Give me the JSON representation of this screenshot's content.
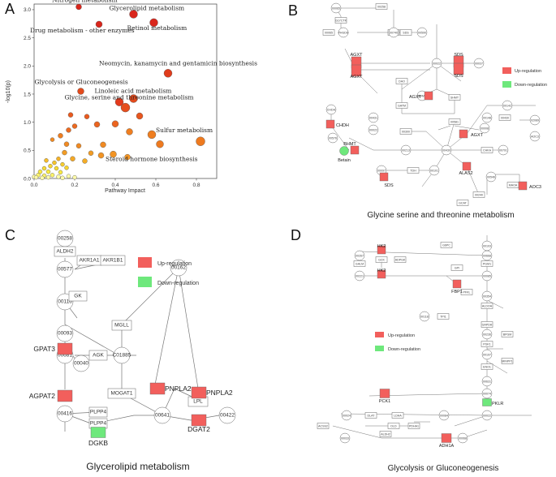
{
  "figure": {
    "panel_labels": [
      "A",
      "B",
      "C",
      "D"
    ],
    "colors": {
      "up": "#f25f5c",
      "down": "#6ee87c",
      "node_border": "#666666"
    }
  },
  "chart_data": {
    "type": "scatter",
    "xlabel": "Pathway Impact",
    "ylabel": "-log10(p)",
    "xlim": [
      0,
      0.9
    ],
    "ylim": [
      0,
      3.1
    ],
    "xticks": [
      "0.0",
      "0.2",
      "0.4",
      "0.6",
      "0.8"
    ],
    "yticks": [
      "0.0",
      "0.5",
      "1.0",
      "1.5",
      "2.0",
      "2.5",
      "3.0"
    ],
    "labeled_points": [
      {
        "label": "Nitrogen metabolism",
        "x": 0.22,
        "y": 3.05,
        "size": 3.5,
        "color": "#d9261c"
      },
      {
        "label": "Glycerolipid metabolism",
        "x": 0.49,
        "y": 2.92,
        "size": 5,
        "color": "#d9261c"
      },
      {
        "label": "Drug metabolism - other enzymes",
        "x": 0.32,
        "y": 2.74,
        "size": 4,
        "color": "#d9261c"
      },
      {
        "label": "Retinol metabolism",
        "x": 0.59,
        "y": 2.77,
        "size": 5,
        "color": "#d9261c"
      },
      {
        "label": "Neomycin, kanamycin and gentamicin biosynthesis",
        "x": 0.66,
        "y": 1.87,
        "size": 5,
        "color": "#e03c1c"
      },
      {
        "label": "Glycolysis or Gluconeogenesis",
        "x": 0.23,
        "y": 1.55,
        "size": 4,
        "color": "#e24a1c"
      },
      {
        "label": "Linoleic acid metabolism",
        "x": 0.49,
        "y": 1.42,
        "size": 5,
        "color": "#e24a1c"
      },
      {
        "label": "Glycine, serine and threonine metabolism",
        "x": 0.45,
        "y": 1.26,
        "size": 5.5,
        "color": "#e64e1e"
      },
      {
        "label": "Sulfur metabolism",
        "x": 0.82,
        "y": 0.66,
        "size": 5.5,
        "color": "#ee7a1f"
      },
      {
        "label": "Steroid hormone biosynthesis",
        "x": 0.62,
        "y": 0.61,
        "size": 4.5,
        "color": "#ee7a1f"
      }
    ],
    "other_points": [
      {
        "x": 0.42,
        "y": 1.36,
        "size": 5,
        "color": "#e43a1c"
      },
      {
        "x": 0.52,
        "y": 1.11,
        "size": 4,
        "color": "#e8561e"
      },
      {
        "x": 0.4,
        "y": 0.97,
        "size": 4,
        "color": "#eb641f"
      },
      {
        "x": 0.31,
        "y": 0.96,
        "size": 3.5,
        "color": "#eb641f"
      },
      {
        "x": 0.26,
        "y": 1.1,
        "size": 3,
        "color": "#e95a1e"
      },
      {
        "x": 0.18,
        "y": 1.13,
        "size": 3,
        "color": "#e95a1e"
      },
      {
        "x": 0.2,
        "y": 0.93,
        "size": 3,
        "color": "#ec6a20"
      },
      {
        "x": 0.17,
        "y": 0.86,
        "size": 3,
        "color": "#ec6a20"
      },
      {
        "x": 0.58,
        "y": 0.78,
        "size": 5,
        "color": "#ef7e20"
      },
      {
        "x": 0.47,
        "y": 0.83,
        "size": 4,
        "color": "#ef7e20"
      },
      {
        "x": 0.13,
        "y": 0.76,
        "size": 3,
        "color": "#ef7e20"
      },
      {
        "x": 0.09,
        "y": 0.69,
        "size": 2.5,
        "color": "#f08a22"
      },
      {
        "x": 0.16,
        "y": 0.61,
        "size": 3,
        "color": "#f08a22"
      },
      {
        "x": 0.22,
        "y": 0.58,
        "size": 3,
        "color": "#f08a22"
      },
      {
        "x": 0.34,
        "y": 0.6,
        "size": 3.5,
        "color": "#f08a22"
      },
      {
        "x": 0.39,
        "y": 0.43,
        "size": 4,
        "color": "#f29424"
      },
      {
        "x": 0.33,
        "y": 0.41,
        "size": 3.5,
        "color": "#f29424"
      },
      {
        "x": 0.46,
        "y": 0.38,
        "size": 3.5,
        "color": "#f29424"
      },
      {
        "x": 0.15,
        "y": 0.46,
        "size": 3,
        "color": "#f29c24"
      },
      {
        "x": 0.28,
        "y": 0.45,
        "size": 3,
        "color": "#f29c24"
      },
      {
        "x": 0.19,
        "y": 0.35,
        "size": 3,
        "color": "#f4a826"
      },
      {
        "x": 0.12,
        "y": 0.35,
        "size": 2.5,
        "color": "#f4b228"
      },
      {
        "x": 0.06,
        "y": 0.32,
        "size": 2.5,
        "color": "#f6bc2a"
      },
      {
        "x": 0.1,
        "y": 0.28,
        "size": 2.5,
        "color": "#f6c42c"
      },
      {
        "x": 0.25,
        "y": 0.31,
        "size": 3,
        "color": "#f4ac26"
      },
      {
        "x": 0.14,
        "y": 0.25,
        "size": 2.5,
        "color": "#f7cc2e"
      },
      {
        "x": 0.08,
        "y": 0.22,
        "size": 2.5,
        "color": "#f8d430"
      },
      {
        "x": 0.05,
        "y": 0.18,
        "size": 2.5,
        "color": "#f8da32"
      },
      {
        "x": 0.11,
        "y": 0.18,
        "size": 2.5,
        "color": "#f8da32"
      },
      {
        "x": 0.16,
        "y": 0.19,
        "size": 2.5,
        "color": "#f8d430"
      },
      {
        "x": 0.03,
        "y": 0.12,
        "size": 2.5,
        "color": "#faea40"
      },
      {
        "x": 0.07,
        "y": 0.12,
        "size": 2.5,
        "color": "#faea40"
      },
      {
        "x": 0.13,
        "y": 0.11,
        "size": 2.5,
        "color": "#faea40"
      },
      {
        "x": 0.02,
        "y": 0.06,
        "size": 2.5,
        "color": "#fbf26a"
      },
      {
        "x": 0.05,
        "y": 0.05,
        "size": 2.5,
        "color": "#fbf26a"
      },
      {
        "x": 0.09,
        "y": 0.06,
        "size": 2.5,
        "color": "#fbf26a"
      },
      {
        "x": 0.0,
        "y": 0.03,
        "size": 2.5,
        "color": "#fdfaa8"
      },
      {
        "x": 0.01,
        "y": 0.02,
        "size": 2.5,
        "color": "#fdfaa8"
      },
      {
        "x": 0.04,
        "y": 0.01,
        "size": 2.5,
        "color": "#fdfaa8"
      },
      {
        "x": 0.07,
        "y": 0.02,
        "size": 2.5,
        "color": "#fdfaa8"
      },
      {
        "x": 0.12,
        "y": 0.03,
        "size": 2.5,
        "color": "#fdfaa8"
      },
      {
        "x": 0.17,
        "y": 0.04,
        "size": 2.5,
        "color": "#fdfaa8"
      },
      {
        "x": 0.14,
        "y": 0.01,
        "size": 2.5,
        "color": "#fdfaa8"
      },
      {
        "x": 0.2,
        "y": 0.02,
        "size": 2.5,
        "color": "#fdfaa8"
      }
    ]
  },
  "panelB": {
    "title": "Glycine serine and threonine metabolism",
    "legend": {
      "up": "Up-regulation",
      "down": "Down-regulation"
    },
    "up_genes": [
      "AGXT",
      "AGXT",
      "SDS",
      "SDS",
      "AGXT",
      "CHDH",
      "BHMT",
      "ALAS2",
      "SDS",
      "AOC3",
      "AGXT"
    ],
    "down_genes": [
      "Betain"
    ],
    "minor_nodes": [
      "00065",
      "00258",
      "GLYCTK",
      "PHGDH",
      "00065",
      "00590",
      "SDS",
      "AGXT2",
      "00022",
      "00037",
      "DAO",
      "GATM",
      "BHMT",
      "00431",
      "00581",
      "CHDH",
      "00576",
      "00022",
      "00740",
      "00142",
      "00430",
      "00213",
      "00300",
      "00430",
      "00791",
      "00008",
      "00148",
      "00097",
      "00101",
      "00240",
      "00546",
      "MAOA",
      "02089",
      "AOC3",
      "CHKA",
      "SHMT",
      "GCAT",
      "TDH"
    ]
  },
  "panelC": {
    "title": "Glycerolipid metabolism",
    "legend": {
      "up": "Up-regulation",
      "down": "Down-regulation"
    },
    "circle_nodes": [
      "00258",
      "00577",
      "00116",
      "00093",
      "00681",
      "00040",
      "C01885",
      "00641",
      "00416",
      "00162",
      "00422"
    ],
    "box_nodes": [
      "ALDH2",
      "AKR1A1",
      "AKR1B1",
      "GK",
      "MGLL",
      "AGK",
      "MOGAT1",
      "LPL",
      "PLPP4",
      "PLPP4"
    ],
    "up_genes": [
      "GPAT3",
      "AGPAT2",
      "PNPLA2",
      "PNPLA2",
      "DGAT2"
    ],
    "down_genes": [
      "DGKB"
    ]
  },
  "panelD": {
    "title": "Glycolysis or Gluconeogenesis",
    "legend": {
      "up": "Up-regulation",
      "down": "Down-regulation"
    },
    "up_genes": [
      "HK2",
      "HK2",
      "FBP1",
      "PCK1",
      "ADH1A"
    ],
    "down_genes": [
      "PKLR"
    ],
    "minor_nodes": [
      "00267",
      "GALM",
      "00221",
      "GCK",
      "ADPGK",
      "G6PC",
      "00668",
      "00103",
      "PGM1",
      "GPI",
      "00085",
      "PFKL",
      "00354",
      "ALDOA",
      "00118",
      "TPI1",
      "GAPDH",
      "00236",
      "PGK1",
      "00197",
      "00631",
      "ENO1",
      "00074",
      "00022",
      "00024",
      "LDHA",
      "DLAT",
      "ACSS2",
      "00033",
      "ALDH2",
      "00084",
      "00068",
      "BPGM",
      "MINPP1",
      "DLD",
      "PDHA1"
    ]
  }
}
